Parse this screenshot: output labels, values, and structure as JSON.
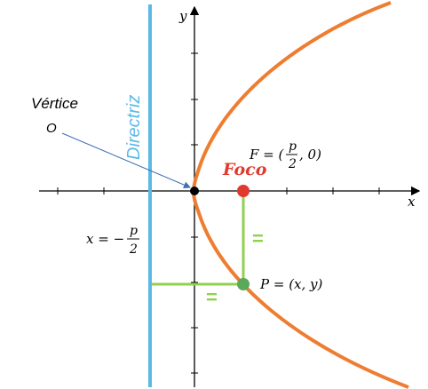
{
  "axes": {
    "x_label": "x",
    "y_label": "y"
  },
  "vertex": {
    "label": "Vértice",
    "sublabel": "O"
  },
  "directrix": {
    "label": "Directriz",
    "equation_lhs": "x = −",
    "equation_num": "p",
    "equation_den": "2"
  },
  "focus": {
    "label": "Foco",
    "eq_lhs": "F = (",
    "eq_num": "p",
    "eq_den": "2",
    "eq_rhs": ", 0)"
  },
  "point": {
    "label": "P = (x, y)"
  },
  "equal_marks": {
    "vertical": "=",
    "horizontal": "="
  },
  "colors": {
    "parabola": "#ee7d31",
    "directrix": "#5bb9e8",
    "focus": "#e0392e",
    "distance": "#92d050",
    "point": "#5aa85a",
    "axis": "#000000",
    "arrow": "#3f6fb5"
  }
}
